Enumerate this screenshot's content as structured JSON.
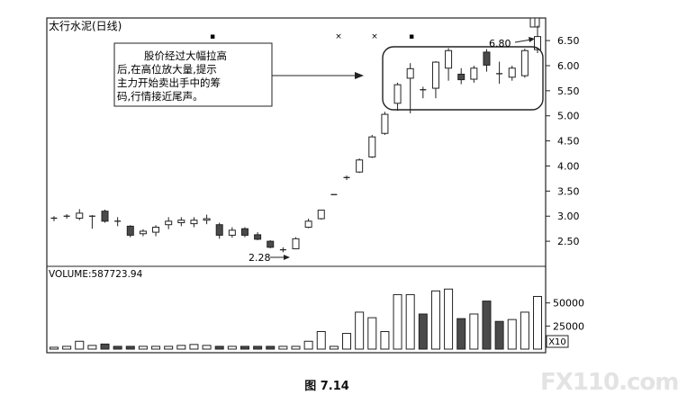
{
  "chart_data": {
    "type": "candlestick",
    "title": "太行水泥(日线)",
    "price_axis": {
      "ticks": [
        2.5,
        3.0,
        3.5,
        4.0,
        4.5,
        5.0,
        5.5,
        6.0,
        6.5
      ],
      "range": [
        2.0,
        6.95
      ]
    },
    "candles": [
      {
        "o": 2.95,
        "h": 3.0,
        "l": 2.9,
        "c": 2.96
      },
      {
        "o": 2.99,
        "h": 3.04,
        "l": 2.95,
        "c": 3.0
      },
      {
        "o": 2.96,
        "h": 3.14,
        "l": 2.92,
        "c": 3.06
      },
      {
        "o": 2.98,
        "h": 3.02,
        "l": 2.75,
        "c": 3.0
      },
      {
        "o": 3.1,
        "h": 3.13,
        "l": 2.87,
        "c": 2.9
      },
      {
        "o": 2.9,
        "h": 2.98,
        "l": 2.8,
        "c": 2.88
      },
      {
        "o": 2.8,
        "h": 2.82,
        "l": 2.58,
        "c": 2.62
      },
      {
        "o": 2.65,
        "h": 2.74,
        "l": 2.6,
        "c": 2.7
      },
      {
        "o": 2.68,
        "h": 2.82,
        "l": 2.6,
        "c": 2.78
      },
      {
        "o": 2.83,
        "h": 2.98,
        "l": 2.74,
        "c": 2.9
      },
      {
        "o": 2.87,
        "h": 2.98,
        "l": 2.8,
        "c": 2.92
      },
      {
        "o": 2.85,
        "h": 2.98,
        "l": 2.78,
        "c": 2.92
      },
      {
        "o": 2.92,
        "h": 3.03,
        "l": 2.84,
        "c": 2.95
      },
      {
        "o": 2.83,
        "h": 2.87,
        "l": 2.55,
        "c": 2.62
      },
      {
        "o": 2.62,
        "h": 2.78,
        "l": 2.57,
        "c": 2.72
      },
      {
        "o": 2.75,
        "h": 2.78,
        "l": 2.58,
        "c": 2.62
      },
      {
        "o": 2.63,
        "h": 2.68,
        "l": 2.52,
        "c": 2.54
      },
      {
        "o": 2.5,
        "h": 2.52,
        "l": 2.36,
        "c": 2.38
      },
      {
        "o": 2.33,
        "h": 2.38,
        "l": 2.28,
        "c": 2.33
      },
      {
        "o": 2.35,
        "h": 2.58,
        "l": 2.34,
        "c": 2.55
      },
      {
        "o": 2.78,
        "h": 2.95,
        "l": 2.76,
        "c": 2.9
      },
      {
        "o": 2.95,
        "h": 3.12,
        "l": 2.93,
        "c": 3.12
      },
      {
        "o": 3.43,
        "h": 3.43,
        "l": 3.43,
        "c": 3.43
      },
      {
        "o": 3.77,
        "h": 3.81,
        "l": 3.72,
        "c": 3.77
      },
      {
        "o": 3.88,
        "h": 4.15,
        "l": 3.86,
        "c": 4.12
      },
      {
        "o": 4.18,
        "h": 4.62,
        "l": 4.16,
        "c": 4.58
      },
      {
        "o": 4.65,
        "h": 5.08,
        "l": 4.62,
        "c": 5.03
      },
      {
        "o": 5.25,
        "h": 5.66,
        "l": 5.1,
        "c": 5.62
      },
      {
        "o": 5.75,
        "h": 6.05,
        "l": 5.05,
        "c": 5.94
      },
      {
        "o": 5.52,
        "h": 5.58,
        "l": 5.35,
        "c": 5.5
      },
      {
        "o": 5.55,
        "h": 6.09,
        "l": 5.35,
        "c": 6.07
      },
      {
        "o": 5.95,
        "h": 6.35,
        "l": 5.7,
        "c": 6.3
      },
      {
        "o": 5.83,
        "h": 5.95,
        "l": 5.63,
        "c": 5.72
      },
      {
        "o": 5.73,
        "h": 6.0,
        "l": 5.66,
        "c": 5.95
      },
      {
        "o": 6.27,
        "h": 6.33,
        "l": 5.88,
        "c": 6.01
      },
      {
        "o": 5.84,
        "h": 6.08,
        "l": 5.64,
        "c": 5.82
      },
      {
        "o": 5.77,
        "h": 6.0,
        "l": 5.7,
        "c": 5.95
      },
      {
        "o": 5.8,
        "h": 6.34,
        "l": 5.76,
        "c": 6.3
      },
      {
        "o": 6.32,
        "h": 6.8,
        "l": 6.25,
        "c": 6.58
      }
    ],
    "volume": {
      "label": "VOLUME:587723.94",
      "ticks": [
        25000,
        50000
      ],
      "multiplier": "X10",
      "range": [
        0,
        75000
      ],
      "values": [
        2000,
        3000,
        8500,
        4000,
        5500,
        3000,
        3000,
        3000,
        3000,
        3000,
        4000,
        5000,
        4000,
        3000,
        3000,
        3000,
        3000,
        3000,
        3000,
        3000,
        8500,
        19000,
        3000,
        17000,
        40000,
        34000,
        19000,
        59000,
        59000,
        38000,
        63000,
        65000,
        33000,
        38000,
        52000,
        30000,
        32000,
        40000,
        57000
      ]
    },
    "annotations": [
      {
        "text": "股价经过大幅拉高",
        "line": 1
      },
      {
        "text": "后,在高位放大量,提示",
        "line": 2
      },
      {
        "text": "主力开始卖出手中的筹",
        "line": 3
      },
      {
        "text": "码,行情接近尾声。",
        "line": 4
      }
    ],
    "low_label": "2.28",
    "high_label": "6.80",
    "colors": {
      "up": "#ffffff",
      "down": "#4a4a4a",
      "line": "#222222"
    }
  },
  "caption": "图 7.14",
  "watermark": "FX110.com"
}
